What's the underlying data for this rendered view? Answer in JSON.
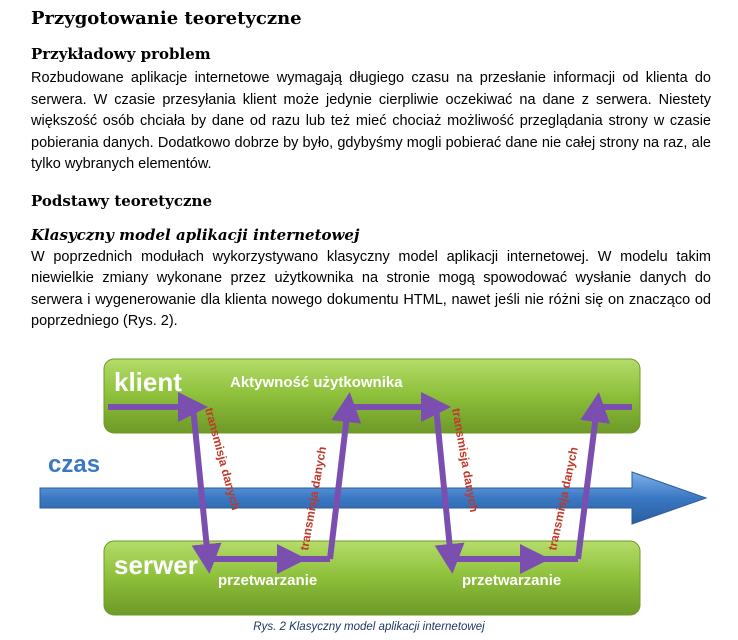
{
  "section_title": "Przygotowanie teoretyczne",
  "example_heading": "Przykładowy problem",
  "example_text": "Rozbudowane aplikacje internetowe wymagają długiego czasu na przesłanie informacji od klienta do serwera. W czasie przesyłania klient może jedynie cierpliwie oczekiwać na dane z serwera. Niestety większość osób chciała by dane od razu lub też mieć chociaż możliwość przeglądania strony w czasie pobierania danych. Dodatkowo dobrze by było, gdybyśmy mogli pobierać dane nie całej strony na raz, ale tylko wybranych elementów.",
  "basics_heading": "Podstawy teoretyczne",
  "classic_heading": "Klasyczny model aplikacji internetowej",
  "classic_text": "W poprzednich modułach wykorzystywano klasyczny model aplikacji internetowej. W modelu takim niewielkie zmiany wykonane przez użytkownika na stronie mogą spowodować wysłanie danych do serwera i wygenerowanie dla klienta nowego dokumentu HTML, nawet jeśli nie różni się on znacząco od poprzedniego (Rys. 2).",
  "diagram": {
    "client_label": "klient",
    "user_activity_label": "Aktywność użytkownika",
    "time_label": "czas",
    "server_label": "serwer",
    "processing_label_1": "przetwarzanie",
    "processing_label_2": "przetwarzanie",
    "transmission_labels": [
      "transmisja danych",
      "transmisja danych",
      "transmisja danych",
      "transmisja danych"
    ],
    "colors": {
      "green": "#8cbf3a",
      "green_dark": "#6e9a28",
      "purple": "#7a4fb0",
      "blue": "#3a78c4",
      "transmission_text": "#c0392b"
    }
  },
  "caption": "Rys. 2 Klasyczny model aplikacji internetowej"
}
